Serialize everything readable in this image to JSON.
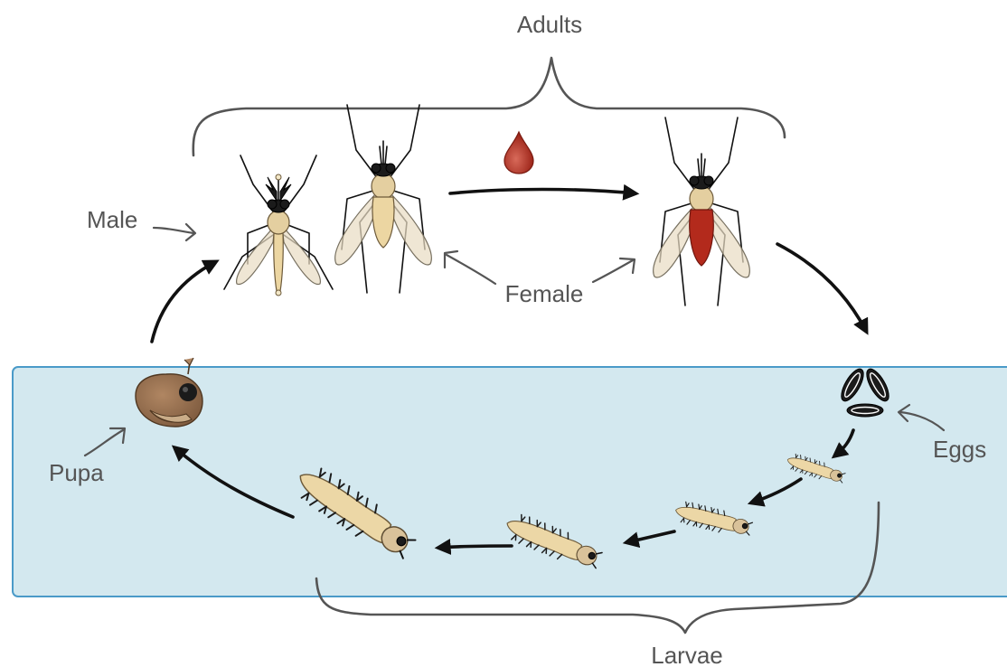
{
  "labels": {
    "adults": "Adults",
    "male": "Male",
    "female": "Female",
    "eggs": "Eggs",
    "larvae": "Larvae",
    "pupa": "Pupa"
  },
  "colors": {
    "water": "#d3e8ef",
    "water_border": "#4a9ac8",
    "blood": "#b32a1c",
    "label": "#555555",
    "arrow": "#111111"
  }
}
